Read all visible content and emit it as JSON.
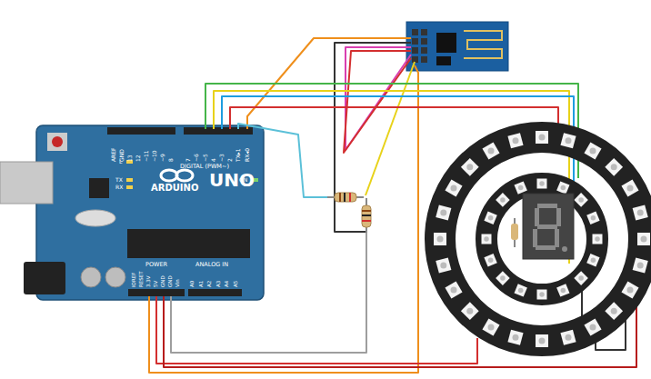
{
  "diagram": {
    "nodes": [
      {
        "text": [
          "ARDUINO",
          "UNO",
          "DIGITAL (PWM~)",
          "POWER",
          "ANALOG IN"
        ]
      }
    ],
    "labels": [
      "AREF",
      "GND",
      "13",
      "12",
      "~11",
      "~10",
      "~9",
      "8",
      "7",
      "~6",
      "~5",
      "4",
      "~3",
      "2",
      "TX▸1",
      "RX◂0",
      "L",
      "TX",
      "RX",
      "ON",
      "IOREF",
      "RESET",
      "3.3V",
      "5V",
      "GND",
      "GND",
      "Vin",
      "A0",
      "A1",
      "A2",
      "A3",
      "A4",
      "A5"
    ]
  }
}
